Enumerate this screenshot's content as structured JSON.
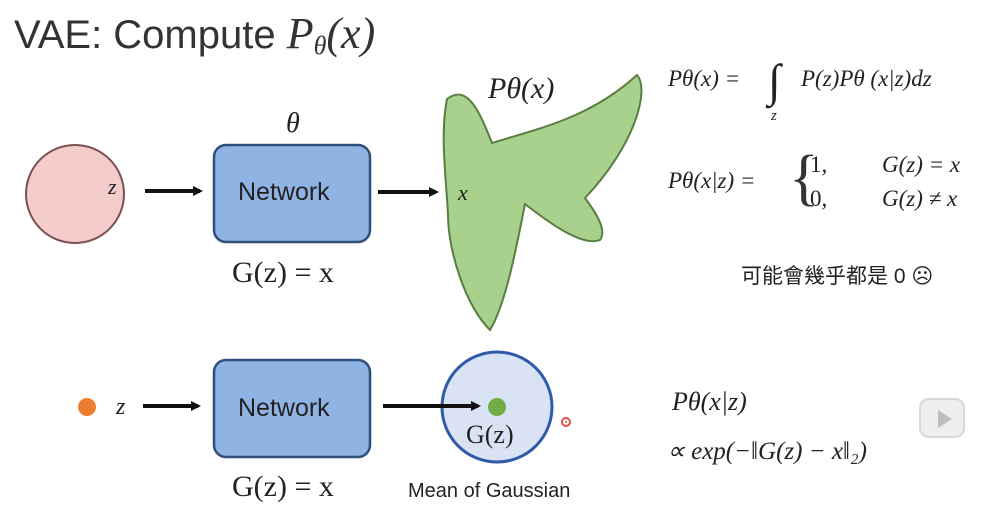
{
  "slide": {
    "title_prefix": "VAE: Compute ",
    "title_math": "P",
    "title_math_sub": "θ",
    "title_math_arg": "(x)"
  },
  "top_row": {
    "circle_label": "z",
    "network_label": "Network",
    "theta_label": "θ",
    "gen_eq": "G(z) = x",
    "blob_label": "Pθ(x)",
    "blob_point_label": "x"
  },
  "bottom_row": {
    "point_label": "z",
    "network_label": "Network",
    "gen_eq": "G(z) = x",
    "mean_label": "G(z)",
    "caption": "Mean of Gaussian"
  },
  "equations": {
    "integral_lhs": "Pθ(x) =",
    "integral_rhs": "P(z)Pθ (x|z)dz",
    "integral_sub": "z",
    "cond_lhs": "Pθ(x|z) =",
    "case1_val": "1,",
    "case1_cond": "G(z) = x",
    "case2_val": "0,",
    "case2_cond": "G(z) ≠ x",
    "note": "可能會幾乎都是 0 ☹",
    "gauss_lhs": "Pθ(x|z)",
    "gauss_rhs": "∝ exp(−‖G(z) − x‖₂)"
  },
  "colors": {
    "circle_fill": "#f4cccc",
    "network_fill": "#8fb4e3",
    "network_stroke": "#2f4f7a",
    "blob_fill": "#a9d18e",
    "gaussian_fill": "#dae3f3",
    "gaussian_stroke": "#2e5aa8",
    "orange_dot": "#ed7d31",
    "green_dot": "#70ad47"
  }
}
